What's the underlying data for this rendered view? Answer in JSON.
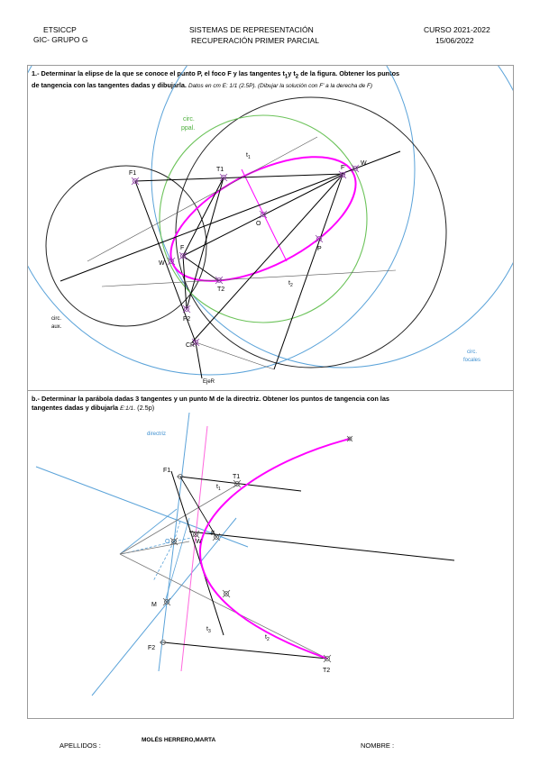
{
  "header": {
    "school": "ETSICCP",
    "group": "GIC- GRUPO G",
    "subject": "SISTEMAS DE REPRESENTACIÓN",
    "exam": "RECUPERACIÓN PRIMER PARCIAL",
    "course": "CURSO 2021-2022",
    "date": "15/06/2022"
  },
  "problem1": {
    "statement_a": "1.- Determinar la elipse de la que se conoce el punto P, el foco F y las tangentes t",
    "sub1": "1",
    "statement_b": "y t",
    "sub2": "2",
    "statement_c": " de la figura. Obtener los puntos",
    "statement_line2": "de tangencia con las tangentes dadas y dibujarla.",
    "data_note": "Datos en cm E: 1/1  (2.5P). (Dibujar la solución con F' a la derecha de F)",
    "labels": {
      "circ_ppal_1": "circ.",
      "circ_ppal_2": "ppal.",
      "t1": "t",
      "t1_sub": "1",
      "t2": "t",
      "t2_sub": "2",
      "F1": "F1",
      "T1": "T1",
      "Fp": "F'",
      "W_right": "W",
      "O": "O",
      "F": "F",
      "W_left": "W",
      "P": "P",
      "T2": "T2",
      "F2": "F2",
      "CR": "CR",
      "circ_aux_1": "circ.",
      "circ_aux_2": "aux.",
      "circ_focales_1": "circ.",
      "circ_focales_2": "focales",
      "EjeR": "EjeR"
    }
  },
  "problem2": {
    "statement_line1": "b.- Determinar la parábola dadas 3 tangentes y un punto  M de la directriz. Obtener los puntos de tangencia con las",
    "statement_line2": "tangentes dadas y dibujarla",
    "data_note": "E:1/1",
    "points_note": ". (2.5p)",
    "labels": {
      "directriz": "directriz",
      "F1": "F1",
      "T1": "T1",
      "t1": "t",
      "t1_sub": "1",
      "O": "O",
      "W": "W",
      "F": "F",
      "M": "M",
      "t3": "t",
      "t3_sub": "3",
      "t2": "t",
      "t2_sub": "2",
      "F2": "F2",
      "T2": "T2"
    }
  },
  "footer": {
    "surname_label": "APELLIDOS :",
    "surname_value": "MOLÉS HERRERO,MARTA",
    "name_label": "NOMBRE :"
  },
  "colors": {
    "curve": "#ff00ff",
    "auxiliary": "#5ba3d9",
    "principal_circle": "#6cc35a",
    "construction": "#000000",
    "frame": "#9a9a9a"
  }
}
